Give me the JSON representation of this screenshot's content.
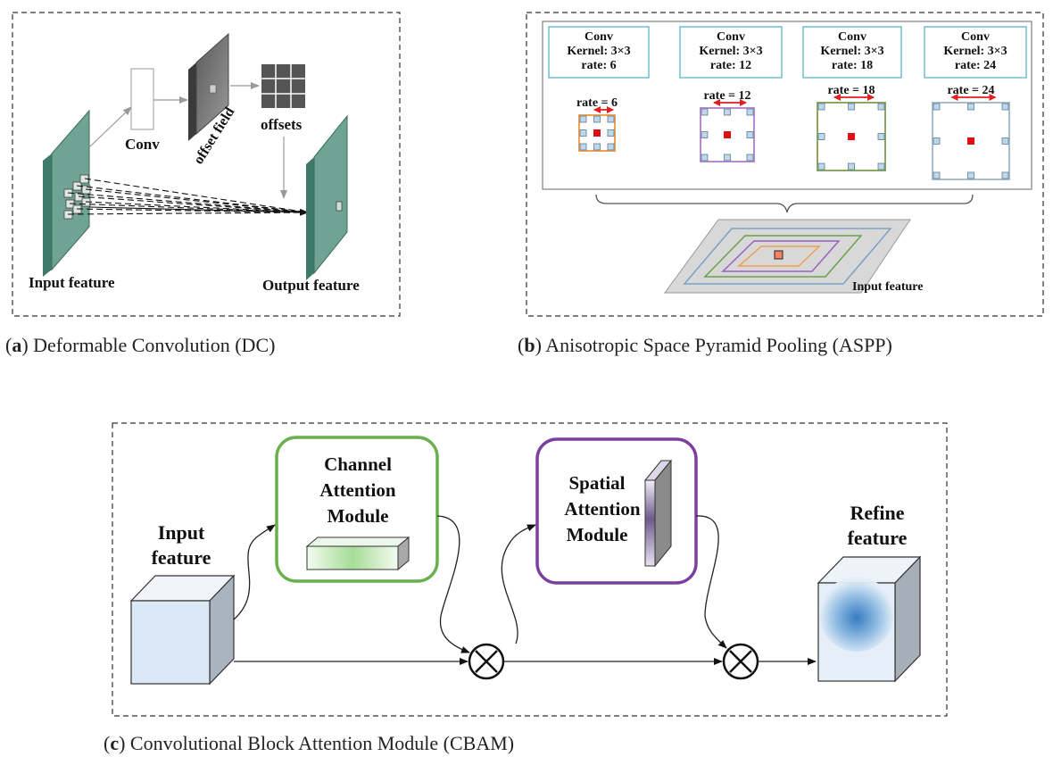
{
  "panel_a": {
    "caption_letter": "a",
    "caption_text": "Deformable Convolution (DC)",
    "conv_label": "Conv",
    "offset_field_label": "offset field",
    "offsets_label": "offsets",
    "input_label": "Input feature",
    "output_label": "Output feature"
  },
  "panel_b": {
    "caption_letter": "b",
    "caption_text": "Anisotropic Space Pyramid Pooling (ASPP)",
    "boxes": [
      {
        "title": "Conv",
        "kernel": "Kernel: 3×3",
        "rate": "rate: 6",
        "rate_marker": "rate = 6",
        "color": "#f0a050"
      },
      {
        "title": "Conv",
        "kernel": "Kernel: 3×3",
        "rate": "rate: 12",
        "rate_marker": "rate = 12",
        "color": "#b88ad0"
      },
      {
        "title": "Conv",
        "kernel": "Kernel: 3×3",
        "rate": "rate: 18",
        "rate_marker": "rate = 18",
        "color": "#8aa860"
      },
      {
        "title": "Conv",
        "kernel": "Kernel: 3×3",
        "rate": "rate: 24",
        "rate_marker": "rate = 24",
        "color": "#a8bccc"
      }
    ],
    "input_label": "Input feature"
  },
  "panel_c": {
    "caption_letter": "c",
    "caption_text": "Convolutional Block Attention Module (CBAM)",
    "input_label_1": "Input",
    "input_label_2": "feature",
    "channel_1": "Channel",
    "channel_2": "Attention",
    "channel_3": "Module",
    "spatial_1": "Spatial",
    "spatial_2": "Attention",
    "spatial_3": "Module",
    "refine_1": "Refine",
    "refine_2": "feature",
    "channel_color": "#6ab04c",
    "spatial_color": "#7b3fa0"
  }
}
